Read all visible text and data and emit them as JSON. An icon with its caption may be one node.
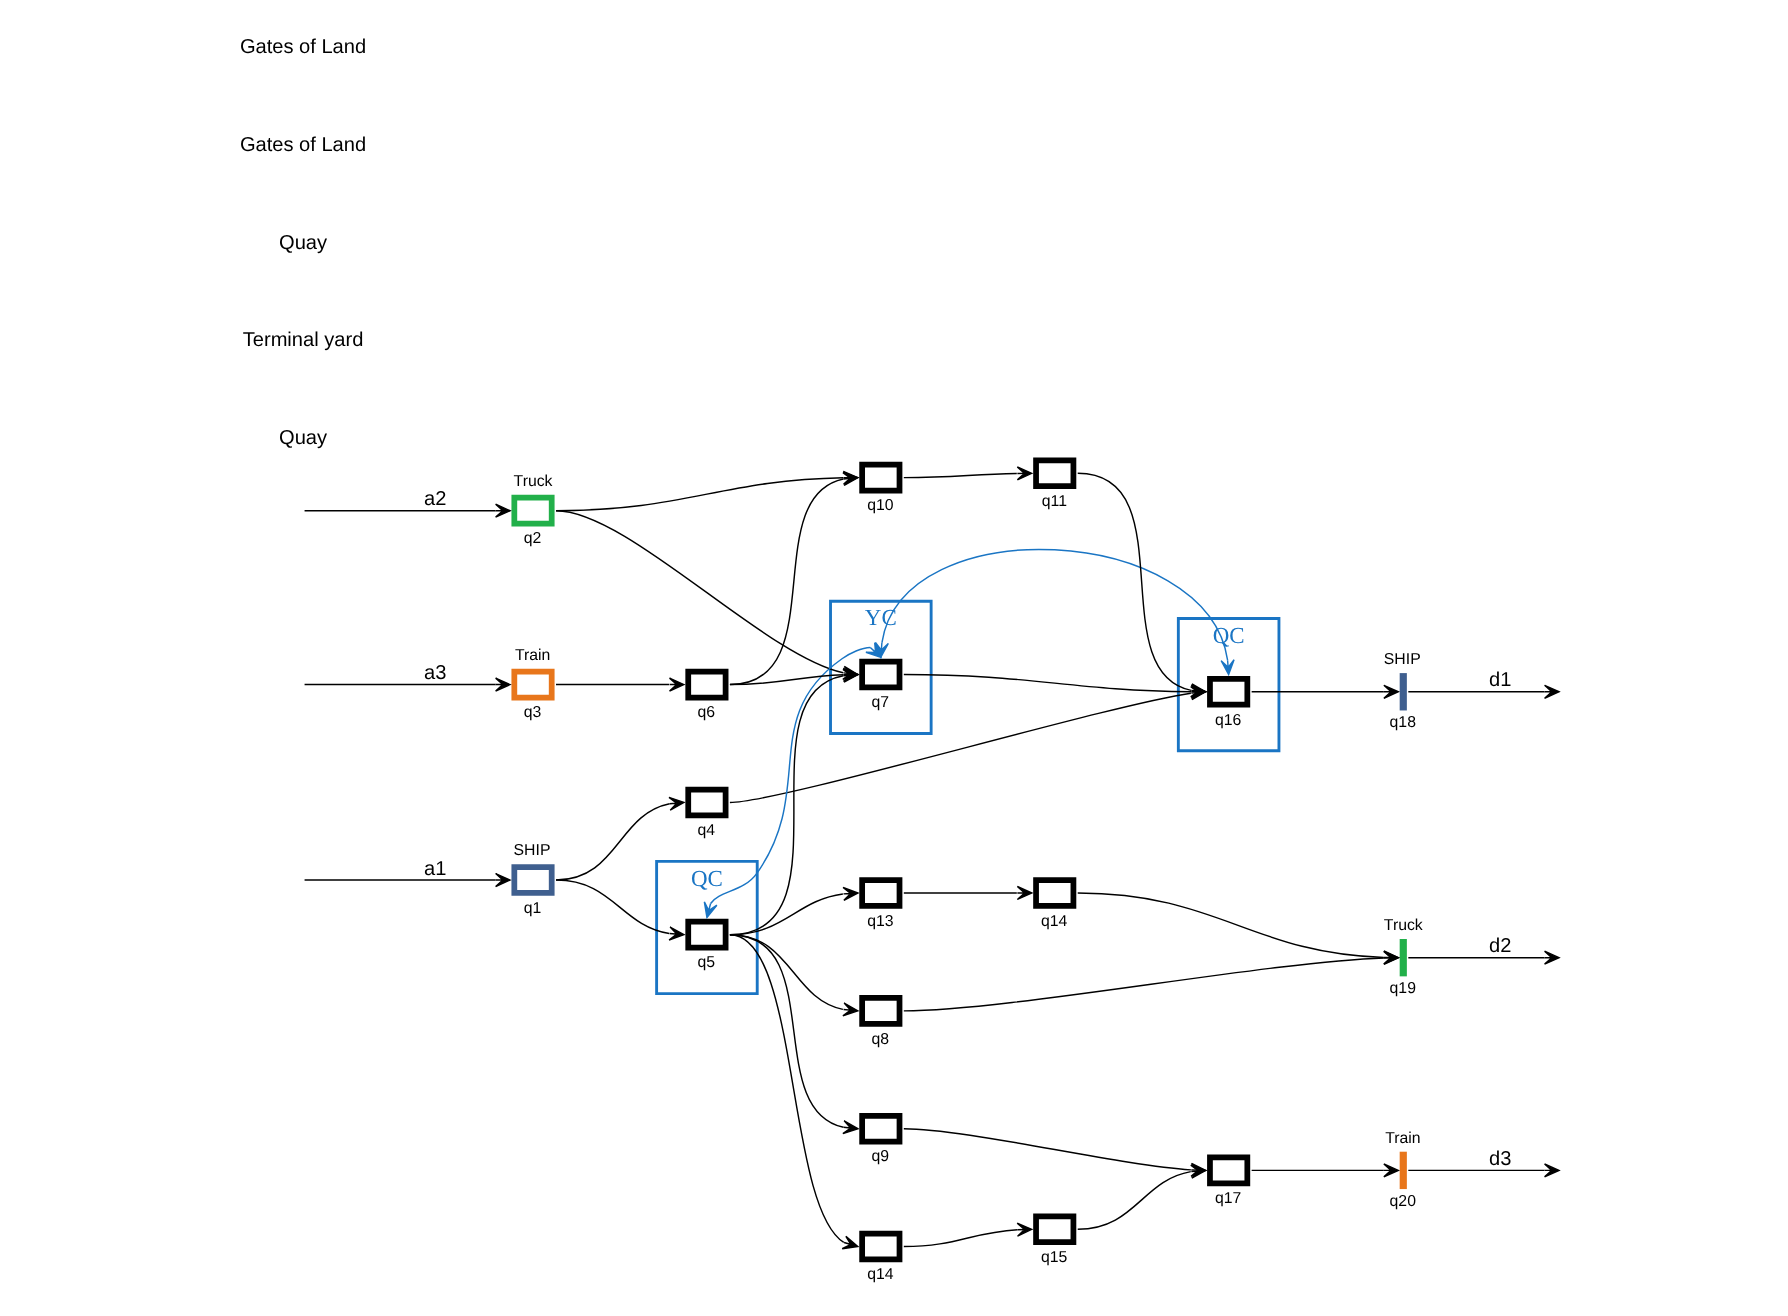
{
  "diagram": {
    "nodes": [
      {
        "text": [],
        "shape": "box",
        "beside": [
          "SHIP",
          "q1"
        ]
      },
      {
        "text": [],
        "shape": "box",
        "beside": [
          "Truck",
          "q2"
        ]
      },
      {
        "text": [],
        "shape": "box",
        "beside": [
          "Train",
          "q3"
        ]
      },
      {
        "text": [],
        "shape": "box",
        "beside": [
          "q4"
        ]
      },
      {
        "text": [
          "QC"
        ]
      },
      {
        "text": [],
        "shape": "box",
        "beside": [
          "q5"
        ],
        "in": 4
      },
      {
        "text": [],
        "shape": "box",
        "beside": [
          "q6"
        ]
      },
      {
        "text": [
          "YC"
        ]
      },
      {
        "text": [],
        "shape": "box",
        "beside": [
          "q7"
        ],
        "in": 7
      },
      {
        "text": [],
        "shape": "box",
        "beside": [
          "q8"
        ]
      },
      {
        "text": [],
        "shape": "box",
        "beside": [
          "q9"
        ]
      },
      {
        "text": [],
        "shape": "box",
        "beside": [
          "q10"
        ]
      },
      {
        "text": [],
        "shape": "box",
        "beside": [
          "q13"
        ]
      },
      {
        "text": [],
        "shape": "box",
        "beside": [
          "q14"
        ]
      },
      {
        "text": [],
        "shape": "box",
        "beside": [
          "q11"
        ]
      },
      {
        "text": [],
        "shape": "box",
        "beside": [
          "q14"
        ]
      },
      {
        "text": [],
        "shape": "box",
        "beside": [
          "q15"
        ]
      },
      {
        "text": [
          "QC"
        ]
      },
      {
        "text": [],
        "shape": "box",
        "beside": [
          "q16"
        ],
        "in": 17
      },
      {
        "text": [],
        "shape": "box",
        "beside": [
          "q17"
        ]
      },
      {
        "text": [],
        "shape": "bar",
        "beside": [
          "SHIP",
          "q18"
        ]
      },
      {
        "text": [],
        "shape": "bar",
        "beside": [
          "Truck",
          "q19"
        ]
      },
      {
        "text": [],
        "shape": "bar",
        "beside": [
          "Train",
          "q20"
        ]
      }
    ],
    "edges": [
      {
        "from": null,
        "to": 0,
        "arrow": "to",
        "label": "a1"
      },
      {
        "from": null,
        "to": 1,
        "arrow": "to",
        "label": "a2"
      },
      {
        "from": null,
        "to": 2,
        "arrow": "to",
        "label": "a3"
      },
      {
        "from": 0,
        "to": 3,
        "arrow": "to"
      },
      {
        "from": 0,
        "to": 5,
        "arrow": "to"
      },
      {
        "from": 2,
        "to": 6,
        "arrow": "to"
      },
      {
        "from": 3,
        "to": 18,
        "arrow": "to"
      },
      {
        "from": 5,
        "to": 8,
        "arrow": "both",
        "color": "#1a75c4"
      },
      {
        "from": 5,
        "to": 8,
        "arrow": "to"
      },
      {
        "from": 5,
        "to": 9,
        "arrow": "to"
      },
      {
        "from": 5,
        "to": 10,
        "arrow": "to"
      },
      {
        "from": 5,
        "to": 12,
        "arrow": "to"
      },
      {
        "from": 5,
        "to": 13,
        "arrow": "to"
      },
      {
        "from": 1,
        "to": 8,
        "arrow": "to"
      },
      {
        "from": 1,
        "to": 11,
        "arrow": "to"
      },
      {
        "from": 6,
        "to": 8,
        "arrow": "to"
      },
      {
        "from": 6,
        "to": 11,
        "arrow": "to"
      },
      {
        "from": 8,
        "to": 18,
        "arrow": "to"
      },
      {
        "from": 8,
        "to": 18,
        "arrow": "both",
        "color": "#1a75c4"
      },
      {
        "from": 9,
        "to": 21,
        "arrow": "to"
      },
      {
        "from": 10,
        "to": 19,
        "arrow": "to"
      },
      {
        "from": 11,
        "to": 14,
        "arrow": "to"
      },
      {
        "from": 12,
        "to": 15,
        "arrow": "to"
      },
      {
        "from": 13,
        "to": 16,
        "arrow": "to"
      },
      {
        "from": 14,
        "to": 18,
        "arrow": "to"
      },
      {
        "from": 15,
        "to": 21,
        "arrow": "to"
      },
      {
        "from": 16,
        "to": 19,
        "arrow": "to"
      },
      {
        "from": 18,
        "to": 20,
        "arrow": "to"
      },
      {
        "from": 19,
        "to": 22,
        "arrow": "to"
      },
      {
        "from": 20,
        "to": null,
        "arrow": "to",
        "label": "d1"
      },
      {
        "from": 21,
        "to": null,
        "arrow": "to",
        "label": "d2"
      },
      {
        "from": 22,
        "to": null,
        "arrow": "to",
        "label": "d3"
      }
    ],
    "labels": [
      "Quay",
      "Terminal yard",
      "Quay",
      "Gates of Land",
      "Gates of Land"
    ]
  }
}
